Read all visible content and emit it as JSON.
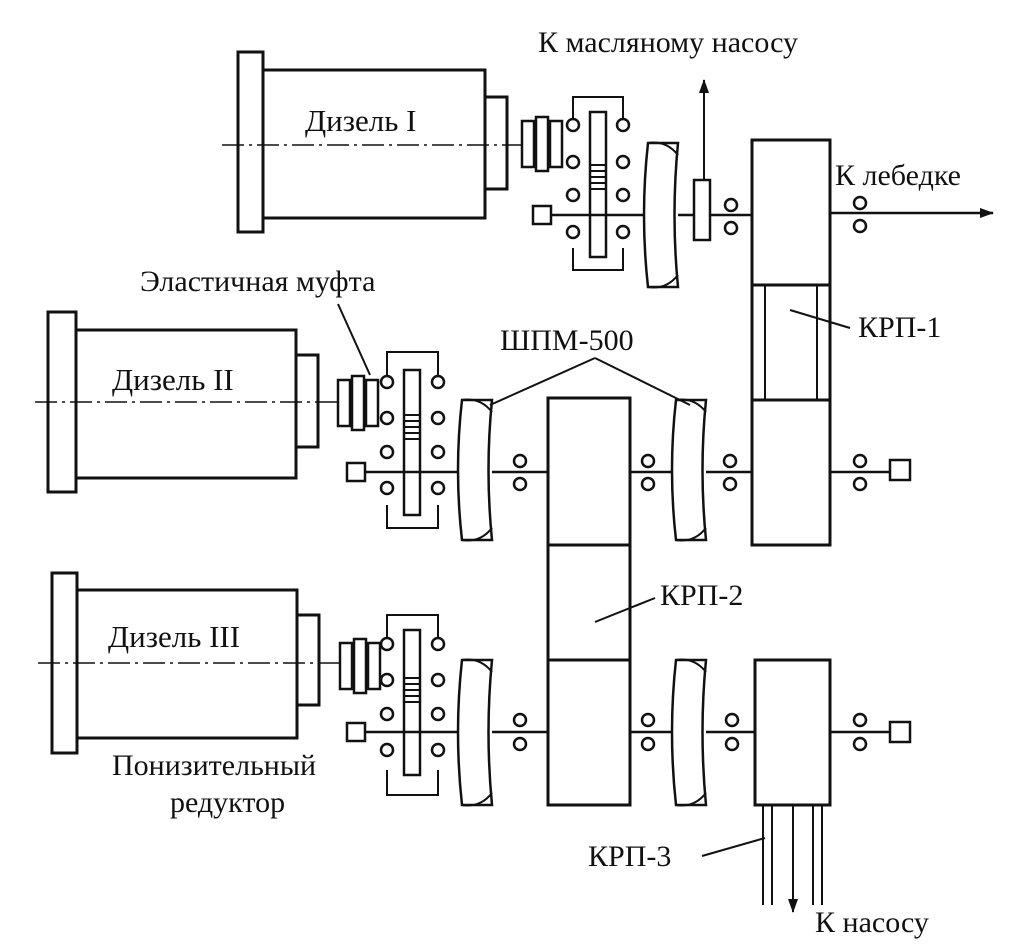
{
  "labels": {
    "oil_pump": "К масляному насосу",
    "winch": "К лебедке",
    "elastic_coupling": "Эластичная муфта",
    "shpm": "ШПМ-500",
    "krp1": "КРП-1",
    "krp2": "КРП-2",
    "krp3": "КРП-3",
    "reducer_line1": "Понизительный",
    "reducer_line2": "редуктор",
    "pump": "К насосу"
  },
  "engines": [
    {
      "label": "Дизель I"
    },
    {
      "label": "Дизель II"
    },
    {
      "label": "Дизель III"
    }
  ]
}
